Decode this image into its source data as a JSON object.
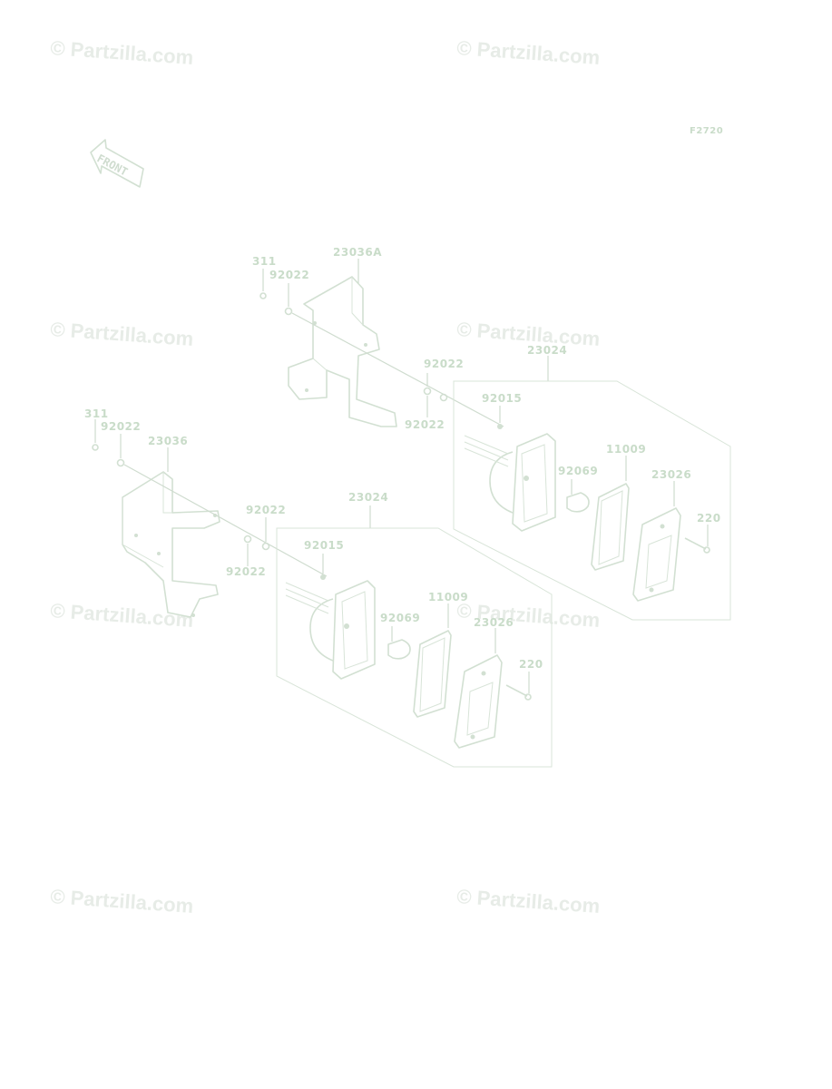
{
  "diagram": {
    "code": "F2720",
    "front_label": "FRONT",
    "watermark": "© Partzilla.com",
    "colors": {
      "line": "#d2e0d2",
      "label": "#c9dcc9",
      "watermark": "#e7ece7"
    },
    "labels": {
      "upper": {
        "nut": "311",
        "washer_top": "92022",
        "bracket": "23036A",
        "washer_mid_a": "92022",
        "washer_mid_b": "92022",
        "assembly": "23024",
        "screw_small": "92015",
        "bulb": "92069",
        "gasket": "11009",
        "lens": "23026",
        "screw": "220"
      },
      "lower": {
        "nut": "311",
        "washer_top": "92022",
        "bracket": "23036",
        "washer_mid_a": "92022",
        "washer_mid_b": "92022",
        "assembly": "23024",
        "screw_small": "92015",
        "bulb": "92069",
        "gasket": "11009",
        "lens": "23026",
        "screw": "220"
      }
    }
  }
}
